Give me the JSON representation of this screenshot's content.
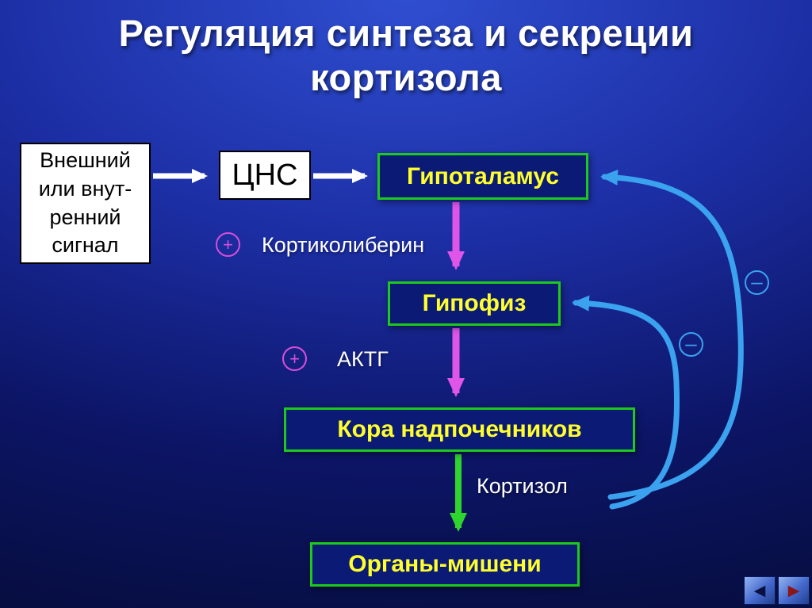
{
  "title": {
    "line1": "Регуляция синтеза и секреции",
    "line2": "кортизола"
  },
  "nodes": {
    "signal_line1": "Внешний",
    "signal_line2": "или внут-",
    "signal_line3": "ренний",
    "signal_line4": "сигнал",
    "cns": "ЦНС",
    "hypothalamus": "Гипоталамус",
    "pituitary": "Гипофиз",
    "adrenal_cortex": "Кора надпочечников",
    "target_organs": "Органы-мишени"
  },
  "labels": {
    "corticoliberin": "Кортиколиберин",
    "acth": "АКТГ",
    "cortisol": "Кортизол"
  },
  "signs": {
    "plus": "+",
    "minus": "–"
  },
  "colors": {
    "background_top": "#2f4ed0",
    "background_bottom": "#070e42",
    "node_border_green": "#1dc91d",
    "node_text_yellow": "#ffff2e",
    "arrow_magenta": "#de55e8",
    "arrow_green": "#2ed52e",
    "arrow_blue": "#3aa2ee",
    "arrow_white": "#ffffff"
  },
  "nav": {
    "prev": "◀",
    "next": "▶"
  }
}
